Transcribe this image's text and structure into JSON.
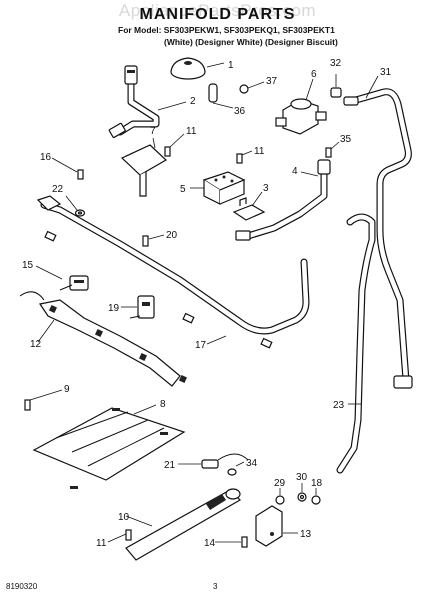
{
  "watermark": "AppliancePartsPros.com",
  "title": "MANIFOLD PARTS",
  "model_line": "For Model: SF303PEKW1, SF303PEKQ1, SF303PEKT1",
  "variant_line": "(White)   (Designer White) (Designer Biscuit)",
  "footer": {
    "doc_number": "8190320",
    "page_number": "3"
  },
  "callouts": [
    "1",
    "2",
    "3",
    "4",
    "5",
    "6",
    "7",
    "8",
    "9",
    "10",
    "11",
    "11",
    "11",
    "12",
    "13",
    "14",
    "15",
    "16",
    "17",
    "18",
    "19",
    "20",
    "21",
    "22",
    "23",
    "29",
    "30",
    "31",
    "32",
    "34",
    "35",
    "36",
    "37"
  ]
}
